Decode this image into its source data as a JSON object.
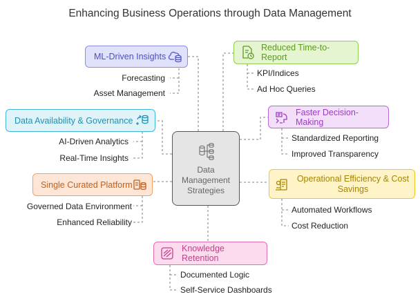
{
  "title": "Enhancing Business Operations through Data Management",
  "center": {
    "lines": [
      "Data",
      "Management",
      "Strategies"
    ],
    "icon": "data-network-icon"
  },
  "nodes": {
    "ml": {
      "label": "ML-Driven Insights",
      "icon": "brain-database-icon",
      "fill": "#e0e1fb",
      "border": "#8a8ce2",
      "items": [
        "Forecasting",
        "Asset Management"
      ]
    },
    "availability": {
      "label": "Data Availability & Governance",
      "icon": "database-sync-icon",
      "fill": "#dff3f9",
      "border": "#3fb7d8",
      "items": [
        "AI-Driven Analytics",
        "Real-Time Insights"
      ]
    },
    "platform": {
      "label": "Single Curated Platform",
      "icon": "platform-database-icon",
      "fill": "#fde6d6",
      "border": "#ef9f63",
      "items": [
        "Governed Data Environment",
        "Enhanced Reliability"
      ]
    },
    "knowledge": {
      "label": "Knowledge Retention",
      "icon": "knowledge-icon",
      "fill": "#fcdbee",
      "border": "#e46db0",
      "items": [
        "Documented Logic",
        "Self-Service Dashboards"
      ]
    },
    "report": {
      "label": "Reduced Time-to-Report",
      "icon": "report-clock-icon",
      "fill": "#e5f5cf",
      "border": "#8fcd53",
      "items": [
        "KPI/Indices",
        "Ad Hoc Queries"
      ]
    },
    "decision": {
      "label": "Faster Decision-Making",
      "icon": "decision-icon",
      "fill": "#f3dffa",
      "border": "#b667d8",
      "items": [
        "Standardized Reporting",
        "Improved Transparency"
      ]
    },
    "efficiency": {
      "label": "Operational Efficiency & Cost Savings",
      "icon": "cost-savings-icon",
      "fill": "#fff4c8",
      "border": "#eec81f",
      "items": [
        "Automated Workflows",
        "Cost Reduction"
      ]
    }
  }
}
